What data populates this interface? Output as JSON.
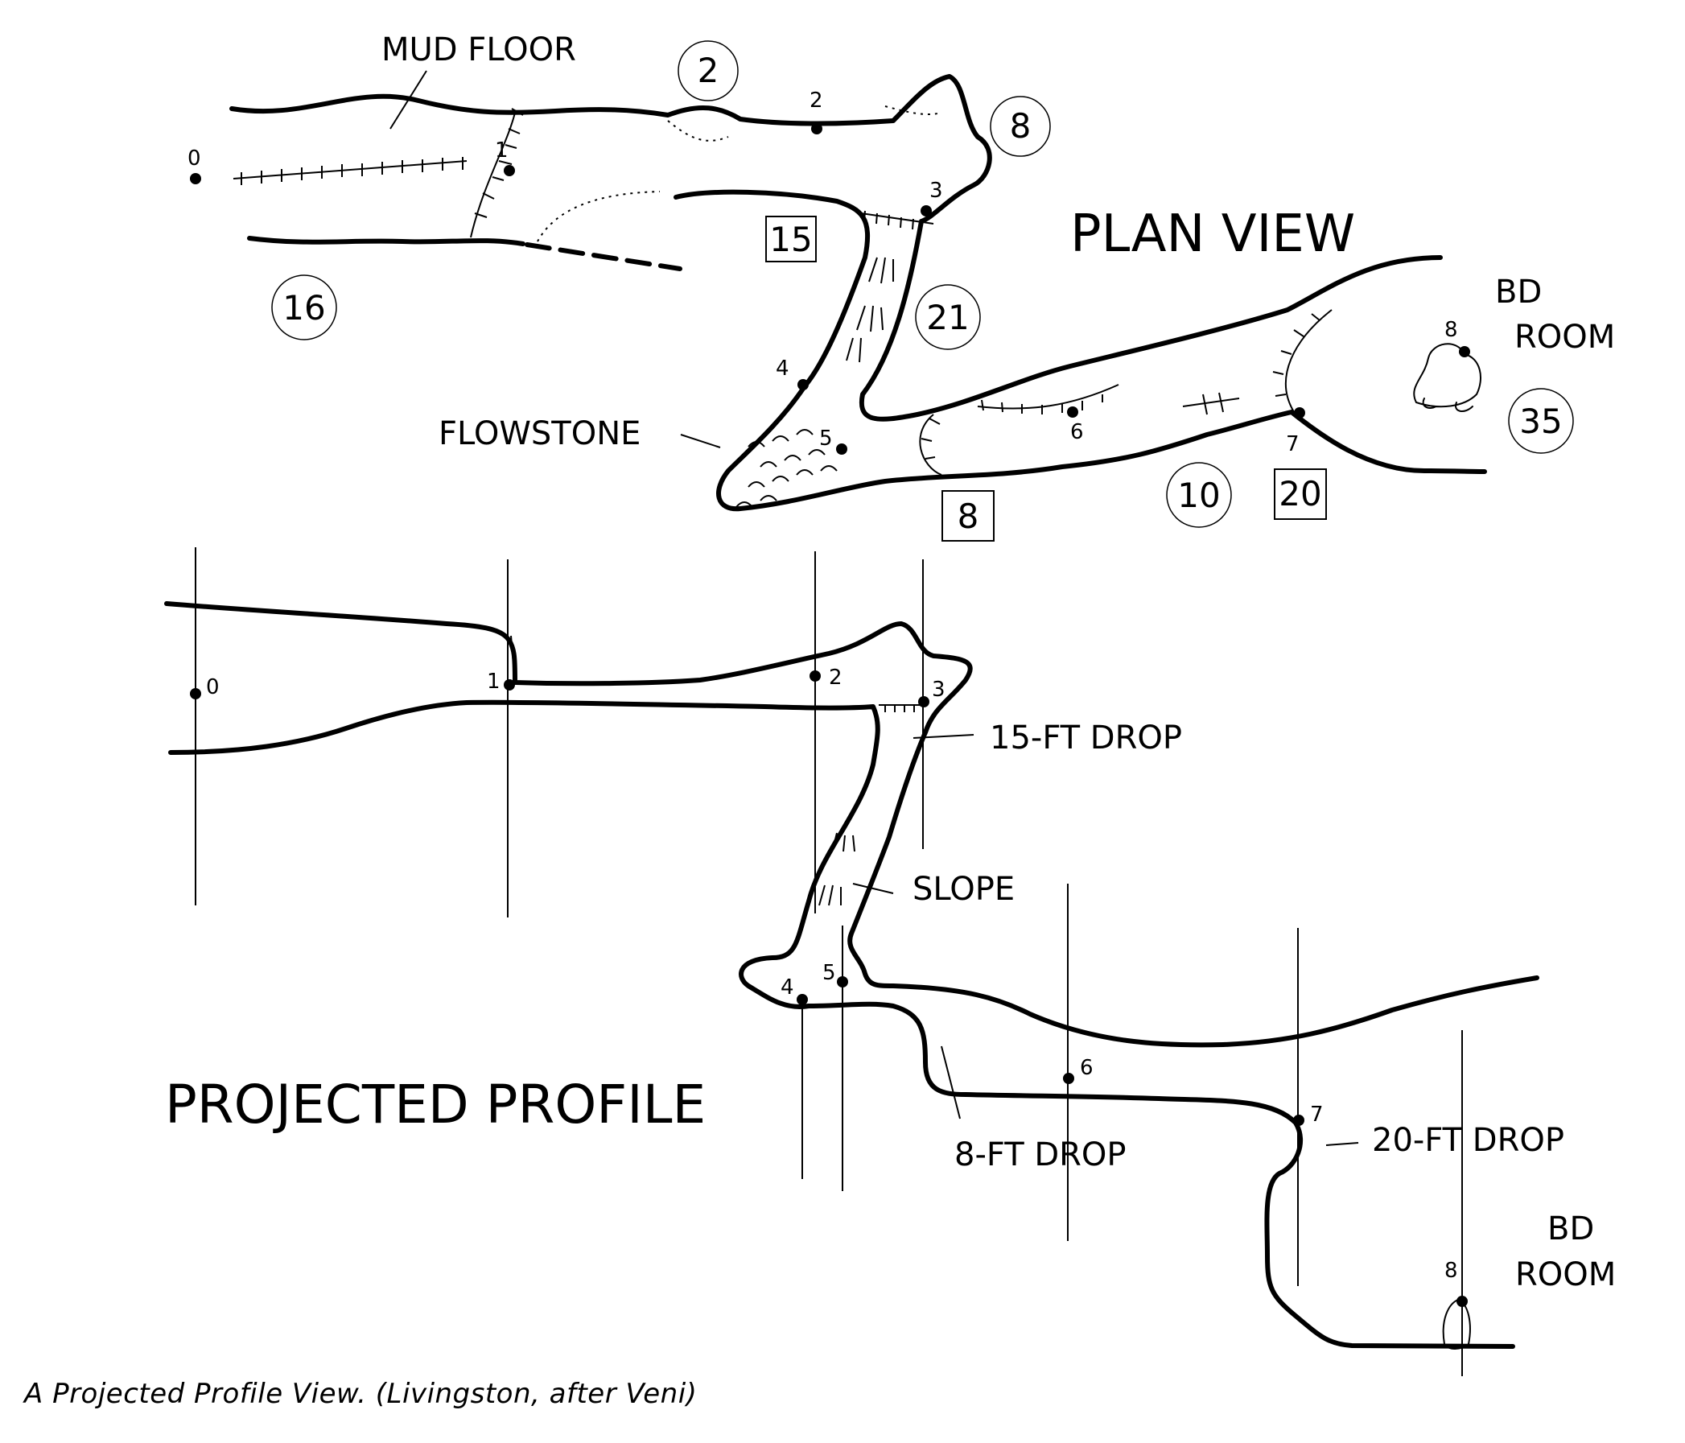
{
  "plan": {
    "title": "PLAN VIEW",
    "labels": {
      "mud_floor": "MUD FLOOR",
      "flowstone": "FLOWSTONE",
      "room_line1": "BD",
      "room_line2": "ROOM"
    },
    "stations": [
      "0",
      "1",
      "2",
      "3",
      "4",
      "5",
      "6",
      "7",
      "8"
    ],
    "circled": [
      "2",
      "8",
      "16",
      "21",
      "10",
      "35"
    ],
    "boxed": [
      "15",
      "8",
      "20"
    ]
  },
  "profile": {
    "title": "PROJECTED PROFILE",
    "labels": {
      "drop15": "15-FT DROP",
      "slope": "SLOPE",
      "drop8": "8-FT DROP",
      "drop20": "20-FT DROP",
      "room_line1": "BD",
      "room_line2": "ROOM"
    },
    "stations": [
      "0",
      "1",
      "2",
      "3",
      "4",
      "5",
      "6",
      "7",
      "8"
    ]
  },
  "caption": "A Projected Profile View. (Livingston, after Veni)"
}
